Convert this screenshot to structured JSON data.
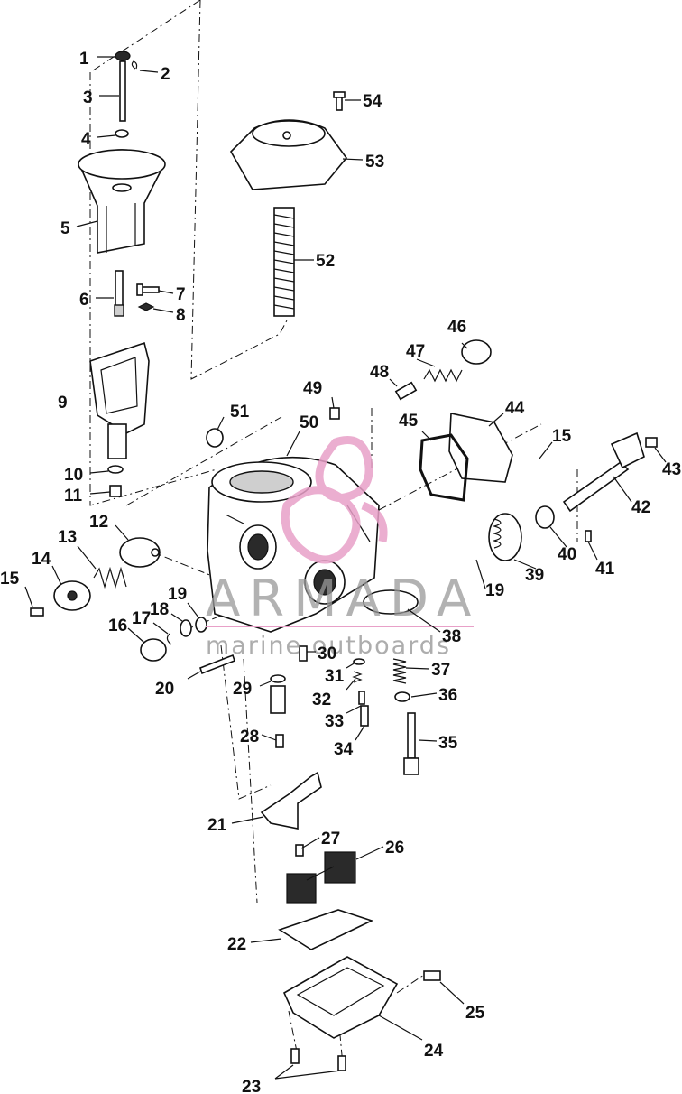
{
  "diagram": {
    "callouts": [
      {
        "id": "c1",
        "text": "1"
      },
      {
        "id": "c2",
        "text": "2"
      },
      {
        "id": "c3",
        "text": "3"
      },
      {
        "id": "c4",
        "text": "4"
      },
      {
        "id": "c5",
        "text": "5"
      },
      {
        "id": "c6",
        "text": "6"
      },
      {
        "id": "c7",
        "text": "7"
      },
      {
        "id": "c8",
        "text": "8"
      },
      {
        "id": "c9",
        "text": "9"
      },
      {
        "id": "c10",
        "text": "10"
      },
      {
        "id": "c11",
        "text": "11"
      },
      {
        "id": "c12",
        "text": "12"
      },
      {
        "id": "c13",
        "text": "13"
      },
      {
        "id": "c14",
        "text": "14"
      },
      {
        "id": "c15a",
        "text": "15"
      },
      {
        "id": "c15b",
        "text": "15"
      },
      {
        "id": "c16",
        "text": "16"
      },
      {
        "id": "c17",
        "text": "17"
      },
      {
        "id": "c18",
        "text": "18"
      },
      {
        "id": "c19a",
        "text": "19"
      },
      {
        "id": "c19b",
        "text": "19"
      },
      {
        "id": "c20",
        "text": "20"
      },
      {
        "id": "c21",
        "text": "21"
      },
      {
        "id": "c22",
        "text": "22"
      },
      {
        "id": "c23",
        "text": "23"
      },
      {
        "id": "c24",
        "text": "24"
      },
      {
        "id": "c25",
        "text": "25"
      },
      {
        "id": "c26",
        "text": "26"
      },
      {
        "id": "c27",
        "text": "27"
      },
      {
        "id": "c28",
        "text": "28"
      },
      {
        "id": "c29",
        "text": "29"
      },
      {
        "id": "c30",
        "text": "30"
      },
      {
        "id": "c31",
        "text": "31"
      },
      {
        "id": "c32",
        "text": "32"
      },
      {
        "id": "c33",
        "text": "33"
      },
      {
        "id": "c34",
        "text": "34"
      },
      {
        "id": "c35",
        "text": "35"
      },
      {
        "id": "c36",
        "text": "36"
      },
      {
        "id": "c37",
        "text": "37"
      },
      {
        "id": "c38",
        "text": "38"
      },
      {
        "id": "c39",
        "text": "39"
      },
      {
        "id": "c40",
        "text": "40"
      },
      {
        "id": "c41",
        "text": "41"
      },
      {
        "id": "c42",
        "text": "42"
      },
      {
        "id": "c43",
        "text": "43"
      },
      {
        "id": "c44",
        "text": "44"
      },
      {
        "id": "c45",
        "text": "45"
      },
      {
        "id": "c46",
        "text": "46"
      },
      {
        "id": "c47",
        "text": "47"
      },
      {
        "id": "c48",
        "text": "48"
      },
      {
        "id": "c49",
        "text": "49"
      },
      {
        "id": "c50",
        "text": "50"
      },
      {
        "id": "c51",
        "text": "51"
      },
      {
        "id": "c52",
        "text": "52"
      },
      {
        "id": "c53",
        "text": "53"
      },
      {
        "id": "c54",
        "text": "54"
      }
    ]
  },
  "watermark": {
    "title": "ARMADA",
    "subtitle": "marine outboards",
    "brand_color": "#e8a0c8",
    "text_color": "#999999"
  }
}
